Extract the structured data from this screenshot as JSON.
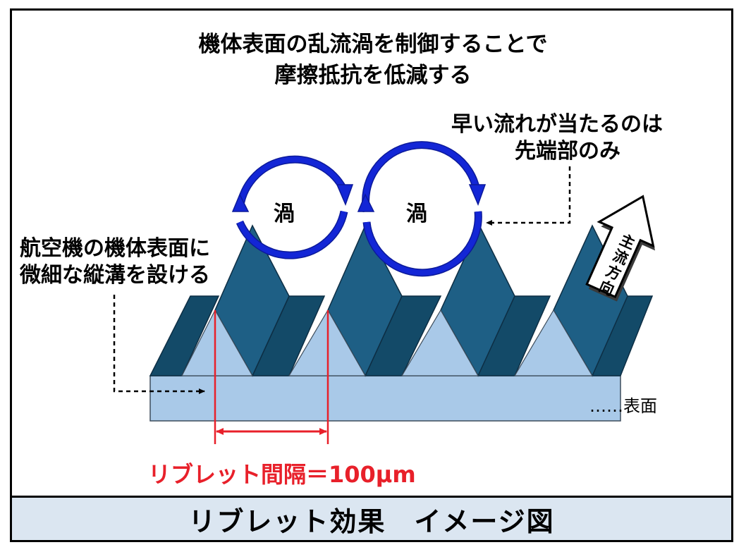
{
  "headline": {
    "line1": "機体表面の乱流渦を制御することで",
    "line2": "摩擦抵抗を低減する"
  },
  "callouts": {
    "fast_flow_line1": "早い流れが当たるのは",
    "fast_flow_line2": "先端部のみ",
    "aircraft_line1": "航空機の機体表面に",
    "aircraft_line2": "微細な縦溝を設ける",
    "surface": "……表面"
  },
  "vortices": [
    {
      "label": "渦"
    },
    {
      "label": "渦"
    }
  ],
  "flow_arrow": {
    "label": "主流方向"
  },
  "spacing": {
    "label": "リブレット間隔＝100μm",
    "color": "#e8202a"
  },
  "footer": {
    "title": "リブレット効果　イメージ図"
  },
  "colors": {
    "riblet_light": "#1e5f85",
    "riblet_dark": "#134a68",
    "surface_fill": "#a9c9e8",
    "vortex": "#1326d6",
    "footer_bg": "#dbe6f1"
  }
}
